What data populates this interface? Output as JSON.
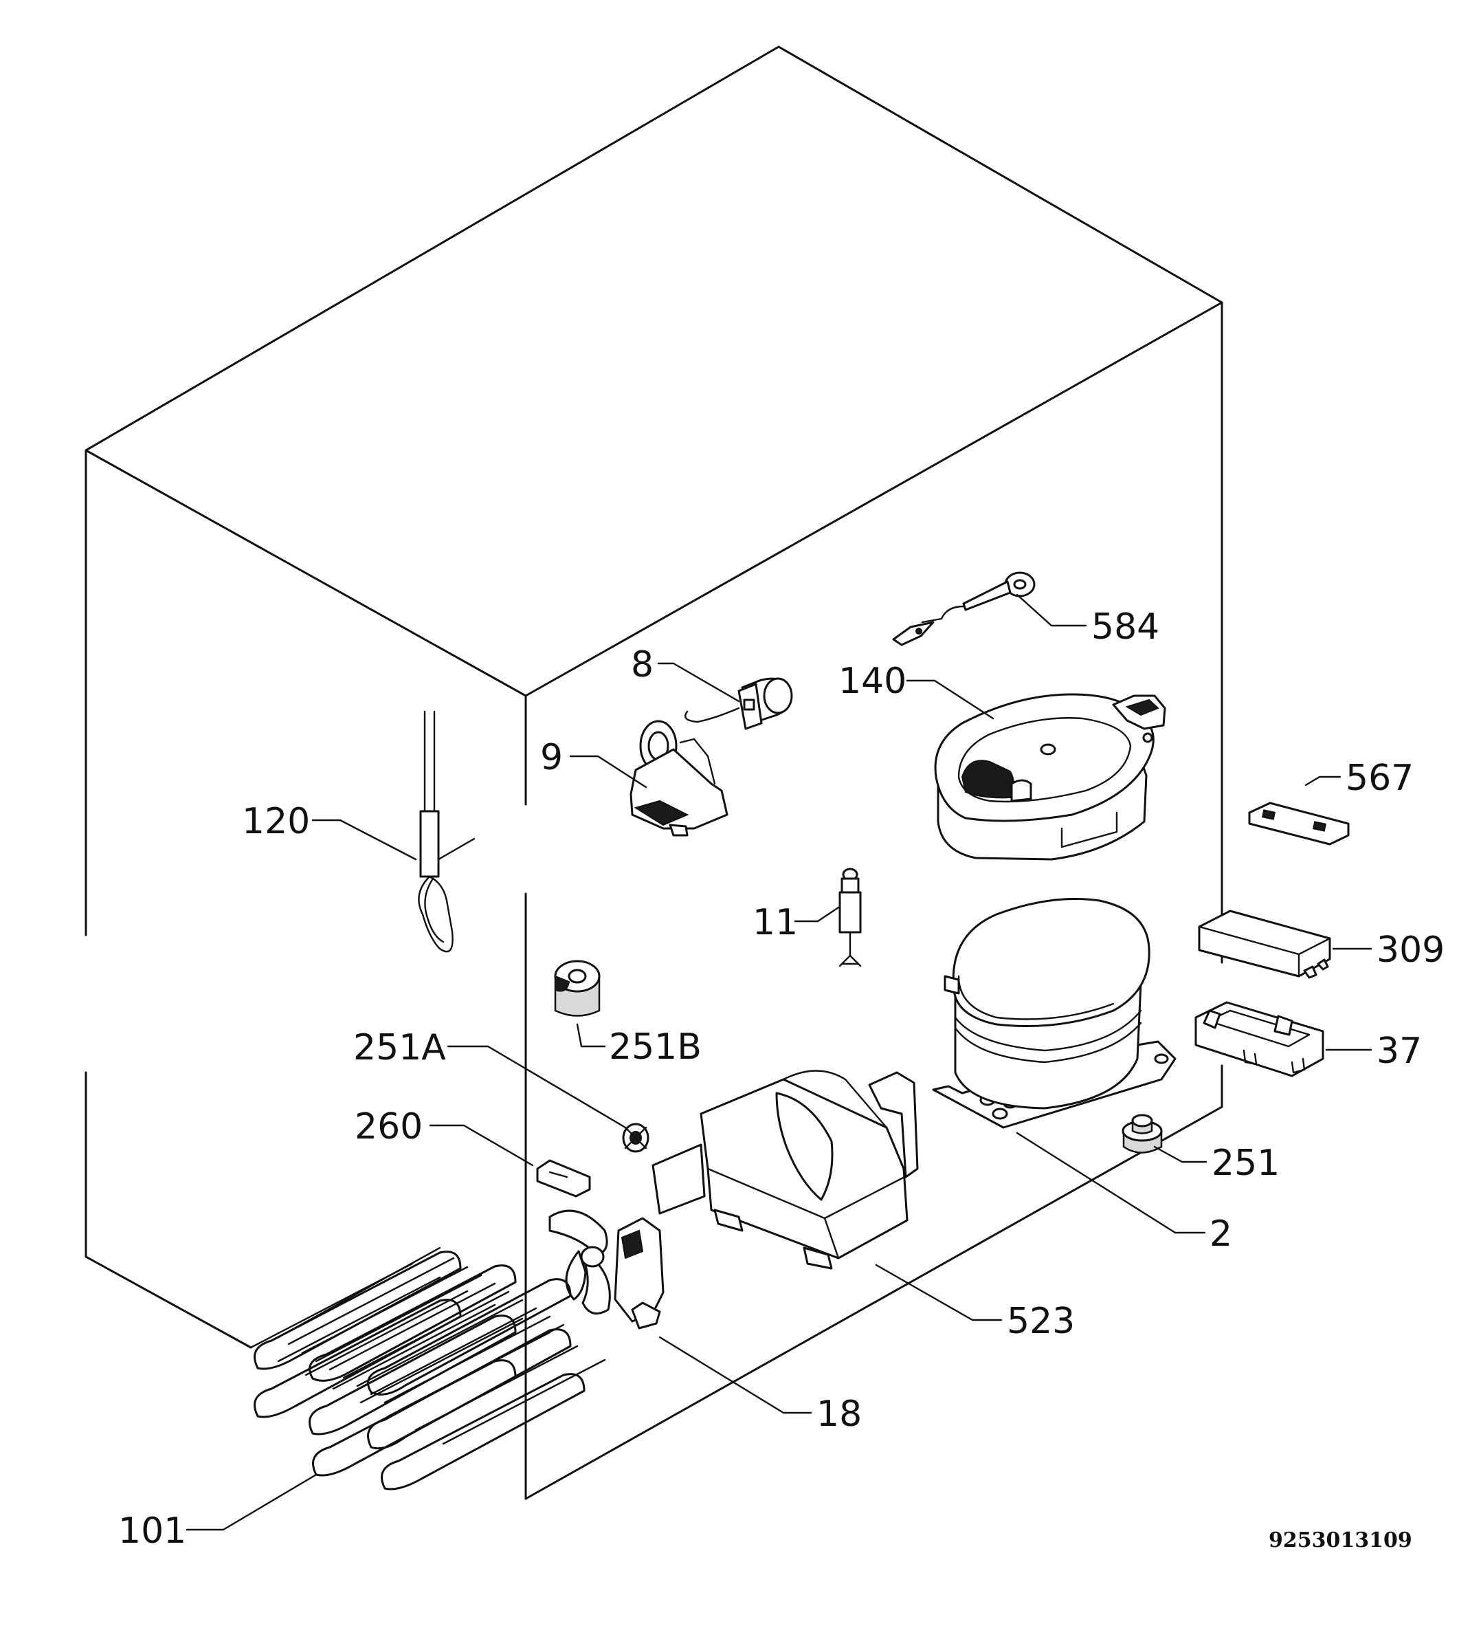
{
  "diagram": {
    "labels": {
      "p584": "584",
      "p140": "140",
      "p8": "8",
      "p9": "9",
      "p567": "567",
      "p120": "120",
      "p11": "11",
      "p309": "309",
      "p251B": "251B",
      "p251A": "251A",
      "p37": "37",
      "p260": "260",
      "p251": "251",
      "p2": "2",
      "p523": "523",
      "p18": "18",
      "p101": "101"
    },
    "document_number": "9253013109"
  }
}
